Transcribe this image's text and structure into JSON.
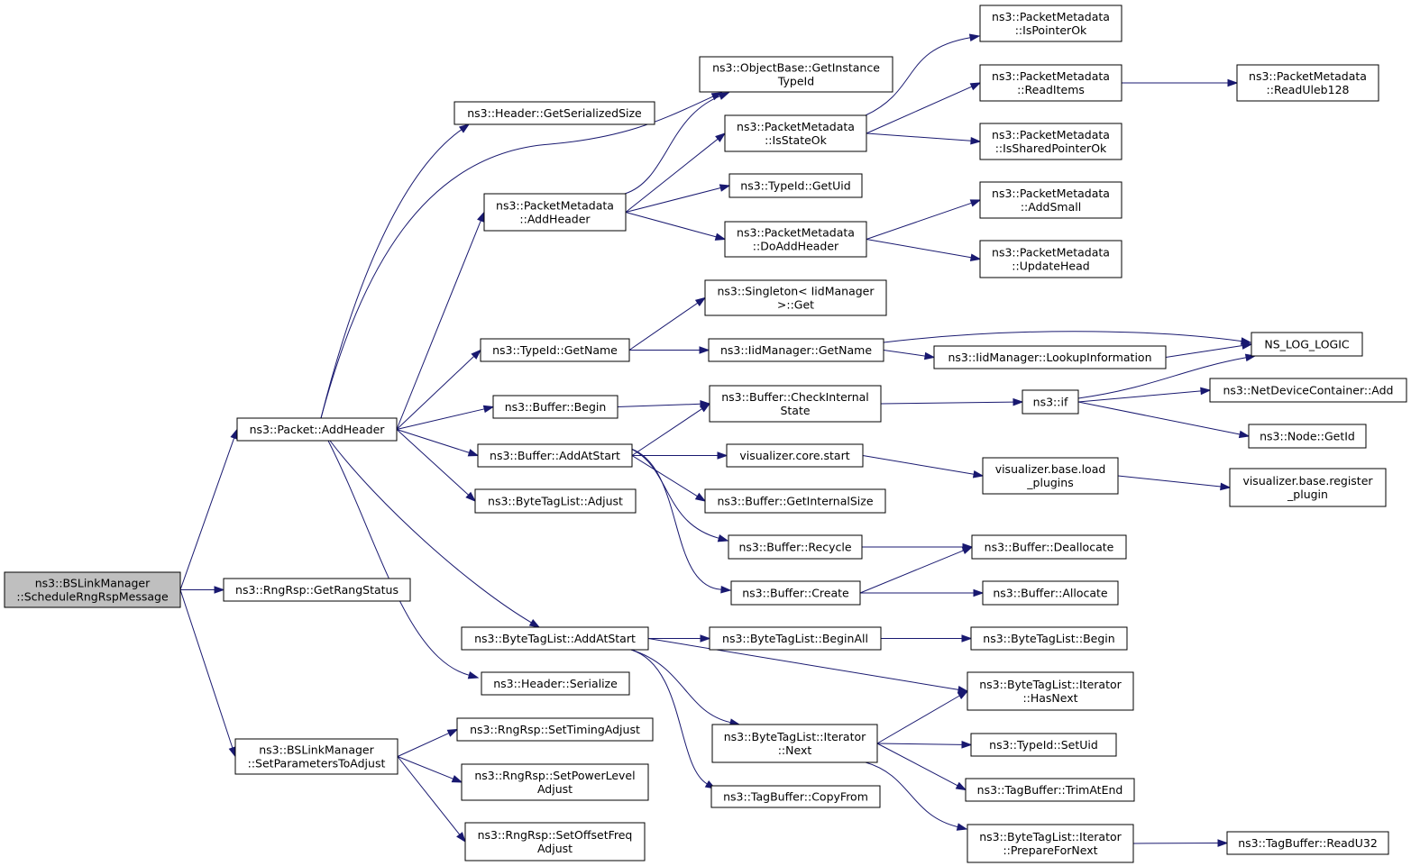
{
  "diagram": {
    "type": "call-graph",
    "colors": {
      "edge": "#191970",
      "box_border": "#000000",
      "box_border_truncated": "#ff0000",
      "root_fill": "#bfbfbf",
      "node_fill": "#ffffff"
    },
    "nodes": [
      {
        "id": "root",
        "lines": [
          "ns3::BSLinkManager",
          "::ScheduleRngRspMessage"
        ],
        "style": "root"
      },
      {
        "id": "packet_addheader",
        "lines": [
          "ns3::Packet::AddHeader"
        ],
        "style": "normal"
      },
      {
        "id": "rngrsp_getrangstatus",
        "lines": [
          "ns3::RngRsp::GetRangStatus"
        ],
        "style": "normal"
      },
      {
        "id": "bslm_setparams",
        "lines": [
          "ns3::BSLinkManager",
          "::SetParametersToAdjust"
        ],
        "style": "normal"
      },
      {
        "id": "header_getserializedsize",
        "lines": [
          "ns3::Header::GetSerializedSize"
        ],
        "style": "normal"
      },
      {
        "id": "pm_addheader",
        "lines": [
          "ns3::PacketMetadata",
          "::AddHeader"
        ],
        "style": "normal"
      },
      {
        "id": "typeid_getname",
        "lines": [
          "ns3::TypeId::GetName"
        ],
        "style": "normal"
      },
      {
        "id": "buffer_begin",
        "lines": [
          "ns3::Buffer::Begin"
        ],
        "style": "normal"
      },
      {
        "id": "buffer_addatstart",
        "lines": [
          "ns3::Buffer::AddAtStart"
        ],
        "style": "normal"
      },
      {
        "id": "btl_adjust",
        "lines": [
          "ns3::ByteTagList::Adjust"
        ],
        "style": "normal"
      },
      {
        "id": "btl_addatstart",
        "lines": [
          "ns3::ByteTagList::AddAtStart"
        ],
        "style": "normal"
      },
      {
        "id": "header_serialize",
        "lines": [
          "ns3::Header::Serialize"
        ],
        "style": "normal"
      },
      {
        "id": "rngrsp_settiming",
        "lines": [
          "ns3::RngRsp::SetTimingAdjust"
        ],
        "style": "normal"
      },
      {
        "id": "rngrsp_setpower",
        "lines": [
          "ns3::RngRsp::SetPowerLevel",
          "Adjust"
        ],
        "style": "normal"
      },
      {
        "id": "rngrsp_setoffset",
        "lines": [
          "ns3::RngRsp::SetOffsetFreq",
          "Adjust"
        ],
        "style": "normal"
      },
      {
        "id": "objectbase_getinstancetypeid",
        "lines": [
          "ns3::ObjectBase::GetInstance",
          "TypeId"
        ],
        "style": "normal"
      },
      {
        "id": "pm_isstateok",
        "lines": [
          "ns3::PacketMetadata",
          "::IsStateOk"
        ],
        "style": "normal"
      },
      {
        "id": "typeid_getuid",
        "lines": [
          "ns3::TypeId::GetUid"
        ],
        "style": "normal"
      },
      {
        "id": "pm_doaddheader",
        "lines": [
          "ns3::PacketMetadata",
          "::DoAddHeader"
        ],
        "style": "normal"
      },
      {
        "id": "singleton_get",
        "lines": [
          "ns3::Singleton< IidManager",
          ">::Get"
        ],
        "style": "normal"
      },
      {
        "id": "iidmanager_getname",
        "lines": [
          "ns3::IidManager::GetName"
        ],
        "style": "normal"
      },
      {
        "id": "buffer_checkinternalstate",
        "lines": [
          "ns3::Buffer::CheckInternal",
          "State"
        ],
        "style": "normal"
      },
      {
        "id": "vis_core_start",
        "lines": [
          "visualizer.core.start"
        ],
        "style": "normal"
      },
      {
        "id": "buffer_getinternalsize",
        "lines": [
          "ns3::Buffer::GetInternalSize"
        ],
        "style": "normal"
      },
      {
        "id": "buffer_recycle",
        "lines": [
          "ns3::Buffer::Recycle"
        ],
        "style": "normal"
      },
      {
        "id": "buffer_create",
        "lines": [
          "ns3::Buffer::Create"
        ],
        "style": "normal"
      },
      {
        "id": "btl_beginall",
        "lines": [
          "ns3::ByteTagList::BeginAll"
        ],
        "style": "normal"
      },
      {
        "id": "btl_iter_next",
        "lines": [
          "ns3::ByteTagList::Iterator",
          "::Next"
        ],
        "style": "normal"
      },
      {
        "id": "tagbuffer_copyfrom",
        "lines": [
          "ns3::TagBuffer::CopyFrom"
        ],
        "style": "normal"
      },
      {
        "id": "pm_ispointerok",
        "lines": [
          "ns3::PacketMetadata",
          "::IsPointerOk"
        ],
        "style": "normal"
      },
      {
        "id": "pm_readitems",
        "lines": [
          "ns3::PacketMetadata",
          "::ReadItems"
        ],
        "style": "normal"
      },
      {
        "id": "pm_issharedpointerok",
        "lines": [
          "ns3::PacketMetadata",
          "::IsSharedPointerOk"
        ],
        "style": "normal"
      },
      {
        "id": "pm_addsmall",
        "lines": [
          "ns3::PacketMetadata",
          "::AddSmall"
        ],
        "style": "truncated"
      },
      {
        "id": "pm_updatehead",
        "lines": [
          "ns3::PacketMetadata",
          "::UpdateHead"
        ],
        "style": "truncated"
      },
      {
        "id": "iidmanager_lookupinfo",
        "lines": [
          "ns3::IidManager::LookupInformation"
        ],
        "style": "normal"
      },
      {
        "id": "ns3_if",
        "lines": [
          "ns3::if"
        ],
        "style": "normal"
      },
      {
        "id": "vis_base_loadplugins",
        "lines": [
          "visualizer.base.load",
          "_plugins"
        ],
        "style": "normal"
      },
      {
        "id": "buffer_deallocate",
        "lines": [
          "ns3::Buffer::Deallocate"
        ],
        "style": "normal"
      },
      {
        "id": "buffer_allocate",
        "lines": [
          "ns3::Buffer::Allocate"
        ],
        "style": "normal"
      },
      {
        "id": "btl_begin",
        "lines": [
          "ns3::ByteTagList::Begin"
        ],
        "style": "normal"
      },
      {
        "id": "btl_iter_hasnext",
        "lines": [
          "ns3::ByteTagList::Iterator",
          "::HasNext"
        ],
        "style": "normal"
      },
      {
        "id": "typeid_setuid",
        "lines": [
          "ns3::TypeId::SetUid"
        ],
        "style": "normal"
      },
      {
        "id": "tagbuffer_trimatend",
        "lines": [
          "ns3::TagBuffer::TrimAtEnd"
        ],
        "style": "normal"
      },
      {
        "id": "btl_iter_preparefornext",
        "lines": [
          "ns3::ByteTagList::Iterator",
          "::PrepareForNext"
        ],
        "style": "normal"
      },
      {
        "id": "pm_readuleb128",
        "lines": [
          "ns3::PacketMetadata",
          "::ReadUleb128"
        ],
        "style": "normal"
      },
      {
        "id": "ns_log_logic",
        "lines": [
          "NS_LOG_LOGIC"
        ],
        "style": "normal"
      },
      {
        "id": "netdevicecontainer_add",
        "lines": [
          "ns3::NetDeviceContainer::Add"
        ],
        "style": "truncated"
      },
      {
        "id": "node_getid",
        "lines": [
          "ns3::Node::GetId"
        ],
        "style": "normal"
      },
      {
        "id": "vis_base_registerplugin",
        "lines": [
          "visualizer.base.register",
          "_plugin"
        ],
        "style": "normal"
      },
      {
        "id": "tagbuffer_readu32",
        "lines": [
          "ns3::TagBuffer::ReadU32"
        ],
        "style": "truncated"
      }
    ],
    "edges": [
      {
        "from": "root",
        "to": "packet_addheader"
      },
      {
        "from": "root",
        "to": "rngrsp_getrangstatus"
      },
      {
        "from": "root",
        "to": "bslm_setparams"
      },
      {
        "from": "packet_addheader",
        "to": "header_getserializedsize"
      },
      {
        "from": "packet_addheader",
        "to": "objectbase_getinstancetypeid"
      },
      {
        "from": "packet_addheader",
        "to": "pm_addheader"
      },
      {
        "from": "packet_addheader",
        "to": "typeid_getname"
      },
      {
        "from": "packet_addheader",
        "to": "buffer_begin"
      },
      {
        "from": "packet_addheader",
        "to": "buffer_addatstart"
      },
      {
        "from": "packet_addheader",
        "to": "btl_adjust"
      },
      {
        "from": "packet_addheader",
        "to": "btl_addatstart"
      },
      {
        "from": "packet_addheader",
        "to": "header_serialize"
      },
      {
        "from": "bslm_setparams",
        "to": "rngrsp_settiming"
      },
      {
        "from": "bslm_setparams",
        "to": "rngrsp_setpower"
      },
      {
        "from": "bslm_setparams",
        "to": "rngrsp_setoffset"
      },
      {
        "from": "pm_addheader",
        "to": "objectbase_getinstancetypeid"
      },
      {
        "from": "pm_addheader",
        "to": "pm_isstateok"
      },
      {
        "from": "pm_addheader",
        "to": "typeid_getuid"
      },
      {
        "from": "pm_addheader",
        "to": "pm_doaddheader"
      },
      {
        "from": "pm_isstateok",
        "to": "pm_ispointerok"
      },
      {
        "from": "pm_isstateok",
        "to": "pm_readitems"
      },
      {
        "from": "pm_isstateok",
        "to": "pm_issharedpointerok"
      },
      {
        "from": "pm_readitems",
        "to": "pm_readuleb128"
      },
      {
        "from": "pm_doaddheader",
        "to": "pm_addsmall"
      },
      {
        "from": "pm_doaddheader",
        "to": "pm_updatehead"
      },
      {
        "from": "typeid_getname",
        "to": "singleton_get"
      },
      {
        "from": "typeid_getname",
        "to": "iidmanager_getname"
      },
      {
        "from": "iidmanager_getname",
        "to": "ns_log_logic"
      },
      {
        "from": "iidmanager_getname",
        "to": "iidmanager_lookupinfo"
      },
      {
        "from": "iidmanager_lookupinfo",
        "to": "ns_log_logic"
      },
      {
        "from": "buffer_begin",
        "to": "buffer_checkinternalstate"
      },
      {
        "from": "buffer_checkinternalstate",
        "to": "ns3_if"
      },
      {
        "from": "ns3_if",
        "to": "ns_log_logic"
      },
      {
        "from": "ns3_if",
        "to": "netdevicecontainer_add"
      },
      {
        "from": "ns3_if",
        "to": "node_getid"
      },
      {
        "from": "buffer_addatstart",
        "to": "buffer_checkinternalstate"
      },
      {
        "from": "buffer_addatstart",
        "to": "vis_core_start"
      },
      {
        "from": "buffer_addatstart",
        "to": "buffer_getinternalsize"
      },
      {
        "from": "buffer_addatstart",
        "to": "buffer_recycle"
      },
      {
        "from": "buffer_addatstart",
        "to": "buffer_create"
      },
      {
        "from": "vis_core_start",
        "to": "vis_base_loadplugins"
      },
      {
        "from": "vis_base_loadplugins",
        "to": "vis_base_registerplugin"
      },
      {
        "from": "buffer_recycle",
        "to": "buffer_deallocate"
      },
      {
        "from": "buffer_create",
        "to": "buffer_deallocate"
      },
      {
        "from": "buffer_create",
        "to": "buffer_allocate"
      },
      {
        "from": "btl_addatstart",
        "to": "btl_beginall"
      },
      {
        "from": "btl_addatstart",
        "to": "btl_iter_hasnext"
      },
      {
        "from": "btl_addatstart",
        "to": "btl_iter_next"
      },
      {
        "from": "btl_addatstart",
        "to": "tagbuffer_copyfrom"
      },
      {
        "from": "btl_beginall",
        "to": "btl_begin"
      },
      {
        "from": "btl_iter_next",
        "to": "btl_iter_hasnext"
      },
      {
        "from": "btl_iter_next",
        "to": "typeid_setuid"
      },
      {
        "from": "btl_iter_next",
        "to": "tagbuffer_trimatend"
      },
      {
        "from": "btl_iter_next",
        "to": "btl_iter_preparefornext"
      },
      {
        "from": "btl_iter_preparefornext",
        "to": "tagbuffer_readu32"
      }
    ]
  }
}
